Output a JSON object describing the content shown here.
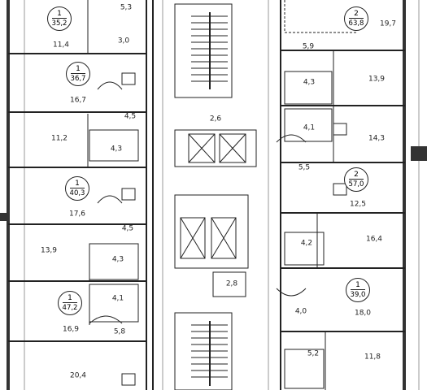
{
  "apartments": [
    {
      "id": "a1",
      "rooms": "1",
      "area": "35,2"
    },
    {
      "id": "a2",
      "rooms": "1",
      "area": "36,7"
    },
    {
      "id": "a3",
      "rooms": "1",
      "area": "40,3"
    },
    {
      "id": "a4",
      "rooms": "1",
      "area": "47,2"
    },
    {
      "id": "a5",
      "rooms": "2",
      "area": "63,8"
    },
    {
      "id": "a6",
      "rooms": "2",
      "area": "57,0"
    },
    {
      "id": "a7",
      "rooms": "1",
      "area": "39,0"
    }
  ],
  "rooms": [
    "11,4",
    "5,3",
    "3,0",
    "16,7",
    "4,5",
    "11,2",
    "4,3",
    "17,6",
    "4,5",
    "13,9",
    "4,3",
    "4,1",
    "16,9",
    "5,8",
    "20,4",
    "2,6",
    "2,8",
    "19,7",
    "5,9",
    "4,3",
    "13,9",
    "4,1",
    "14,3",
    "5,5",
    "12,5",
    "4,2",
    "16,4",
    "18,0",
    "4,0",
    "5,2",
    "11,8"
  ]
}
